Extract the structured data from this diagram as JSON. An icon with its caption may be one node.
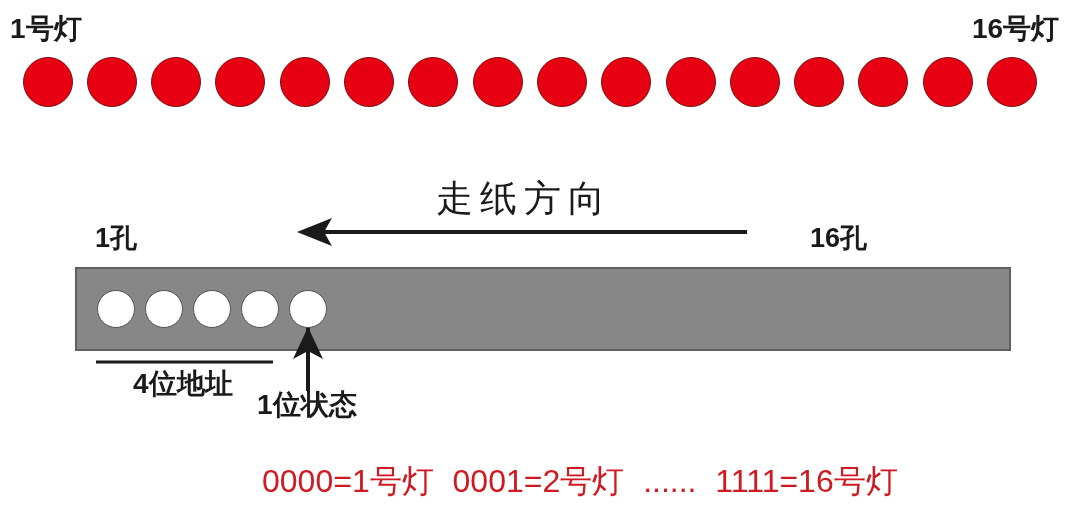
{
  "diagram": {
    "nodes": [
      {
        "text": [],
        "shape": "circle",
        "beside": [
          "1号灯"
        ]
      },
      {
        "text": [],
        "shape": "circle"
      },
      {
        "text": [],
        "shape": "circle"
      },
      {
        "text": [],
        "shape": "circle"
      },
      {
        "text": [],
        "shape": "circle"
      },
      {
        "text": [],
        "shape": "circle"
      },
      {
        "text": [],
        "shape": "circle"
      },
      {
        "text": [],
        "shape": "circle"
      },
      {
        "text": [],
        "shape": "circle"
      },
      {
        "text": [],
        "shape": "circle"
      },
      {
        "text": [],
        "shape": "circle"
      },
      {
        "text": [],
        "shape": "circle"
      },
      {
        "text": [],
        "shape": "circle"
      },
      {
        "text": [],
        "shape": "circle"
      },
      {
        "text": [],
        "shape": "circle"
      },
      {
        "text": [],
        "shape": "circle",
        "beside": [
          "16号灯"
        ]
      },
      {
        "text": [],
        "shape": "bar"
      },
      {
        "text": [],
        "shape": "circle",
        "in": 16
      },
      {
        "text": [],
        "shape": "circle",
        "in": 16
      },
      {
        "text": [],
        "shape": "circle",
        "in": 16
      },
      {
        "text": [],
        "shape": "circle",
        "in": 16
      },
      {
        "text": [],
        "shape": "circle",
        "in": 16
      },
      {
        "text": [
          "1位状态"
        ]
      }
    ],
    "edges": [
      {
        "from": 22,
        "to": 21,
        "arrow": "to"
      }
    ],
    "labels": [
      "走纸方向",
      "1孔",
      "16孔",
      "4位地址",
      "0000=1号灯 0001=2号灯 ...... 1111=16号灯"
    ]
  }
}
